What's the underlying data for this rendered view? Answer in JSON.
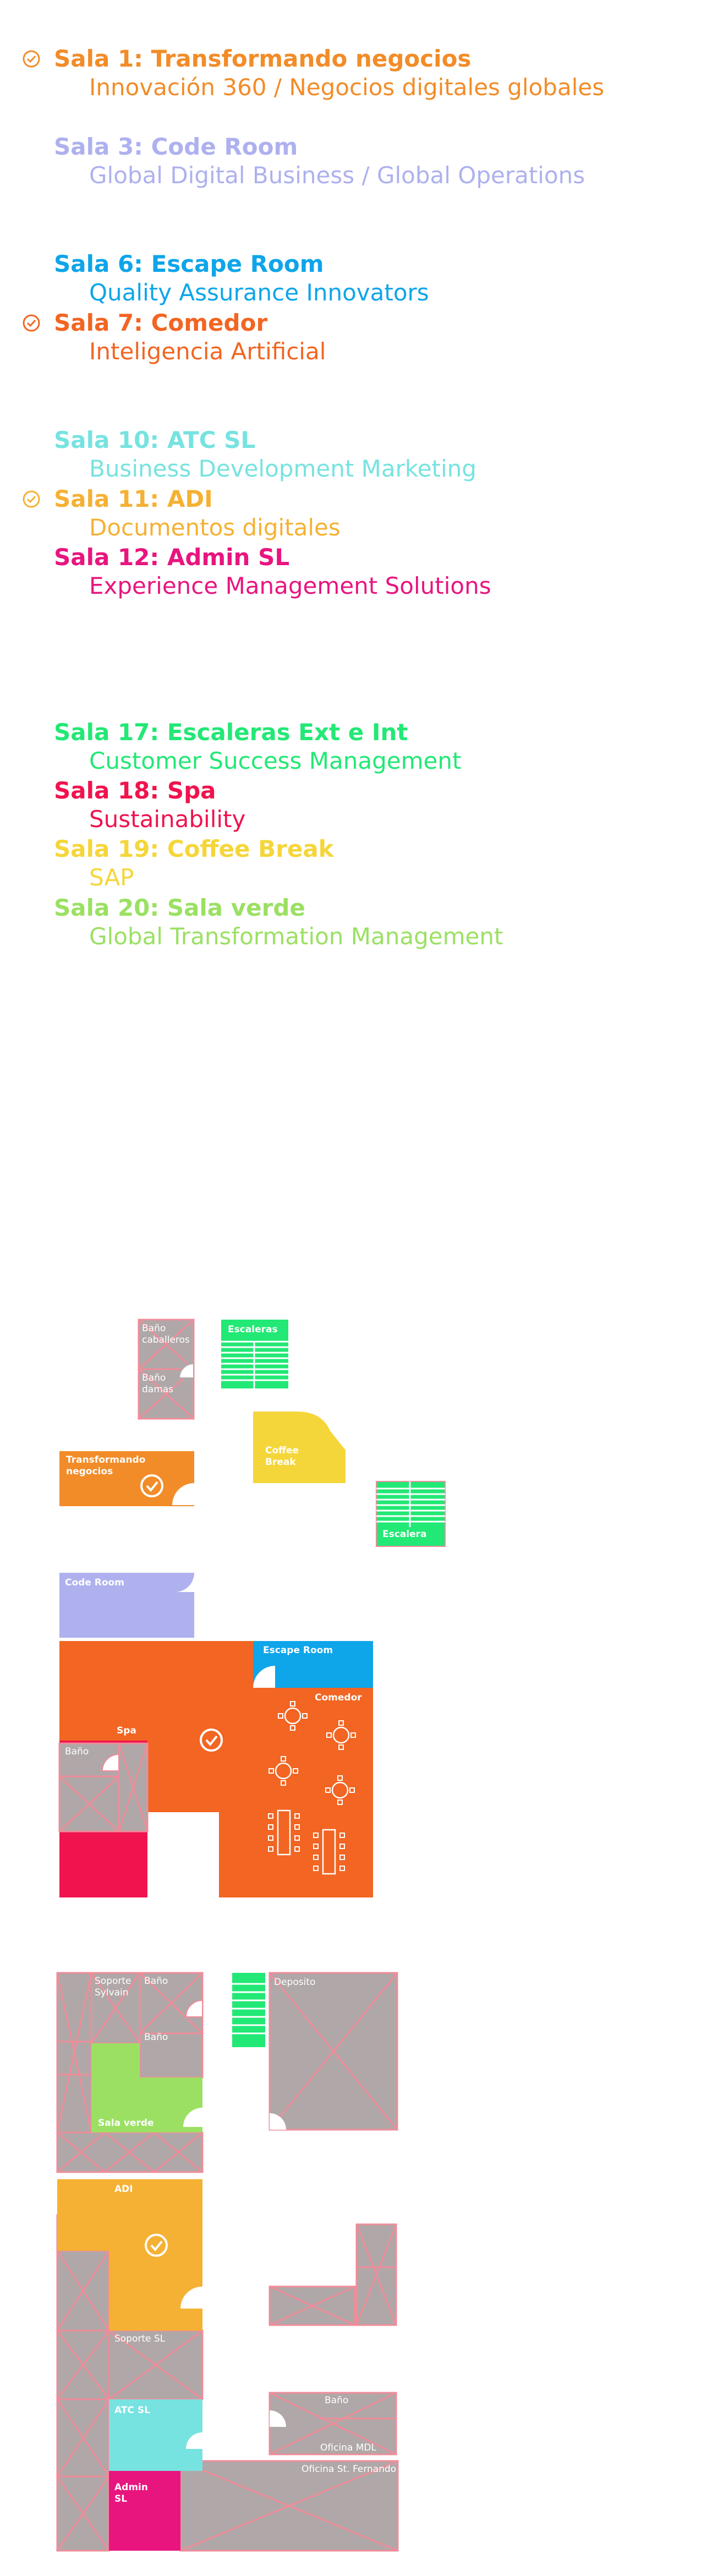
{
  "legend": [
    {
      "title": "Sala 1: Transformando negocios",
      "subtitle": "Innovación 360 / Negocios digitales globales",
      "color": "#f28c28",
      "checked": true
    },
    {
      "title": "Sala 3: Code Room",
      "subtitle": "Global Digital Business / Global Operations",
      "color": "#aeb1ee",
      "checked": false
    },
    {
      "title": "Sala 6: Escape Room",
      "subtitle": "Quality Assurance Innovators",
      "color": "#0ea5e9",
      "checked": false
    },
    {
      "title": "Sala 7: Comedor",
      "subtitle": "Inteligencia Artificial",
      "color": "#f26522",
      "checked": true
    },
    {
      "title": "Sala 10: ATC SL",
      "subtitle": "Business Development Marketing",
      "color": "#76e3e0",
      "checked": false
    },
    {
      "title": "Sala 11: ADI",
      "subtitle": "Documentos digitales",
      "color": "#f5b133",
      "checked": true
    },
    {
      "title": "Sala 12: Admin SL",
      "subtitle": "Experience Management Solutions",
      "color": "#e8157f",
      "checked": false
    },
    {
      "title": "Sala 17: Escaleras Ext e Int",
      "subtitle": "Customer Success Management",
      "color": "#22e875",
      "checked": false
    },
    {
      "title": "Sala 18: Spa",
      "subtitle": "Sustainability",
      "color": "#f0134d",
      "checked": false
    },
    {
      "title": "Sala 19: Coffee Break",
      "subtitle": "SAP",
      "color": "#f5d63a",
      "checked": false
    },
    {
      "title": "Sala 20: Sala verde",
      "subtitle": "Global Transformation Management",
      "color": "#9be063",
      "checked": false
    }
  ],
  "map": {
    "rooms": {
      "bano_caballeros": "Baño caballeros",
      "bano_damas": "Baño damas",
      "escaleras": "Escaleras",
      "coffee_break": "Coffee Break",
      "transformando": "Transformando negocios",
      "escalera": "Escalera",
      "code_room": "Code Room",
      "escape_room": "Escape Room",
      "comedor": "Comedor",
      "spa": "Spa",
      "bano_spa": "Baño",
      "soporte_sylvain": "Soporte Sylvain",
      "bano_upper": "Baño",
      "bano_lower": "Baño",
      "deposito": "Deposito",
      "sala_verde": "Sala verde",
      "adi": "ADI",
      "soporte_sl": "Soporte SL",
      "atc_sl": "ATC SL",
      "admin_sl": "Admin SL",
      "bano_mdl": "Baño",
      "oficina_mdl": "Oficina MDL",
      "oficina_st": "Oficina St. Fernando"
    },
    "colors": {
      "grey": "#b0a8a8",
      "outline": "#f08c9a",
      "orange": "#f28c28",
      "lavender": "#aeb1ee",
      "blue": "#0ea5e9",
      "comedor": "#f26522",
      "spa": "#f0134d",
      "stairs": "#22e875",
      "yellow": "#f5d63a",
      "verde": "#9be063",
      "adi": "#f5b133",
      "atc": "#76e3e0",
      "admin": "#e8157f"
    }
  }
}
